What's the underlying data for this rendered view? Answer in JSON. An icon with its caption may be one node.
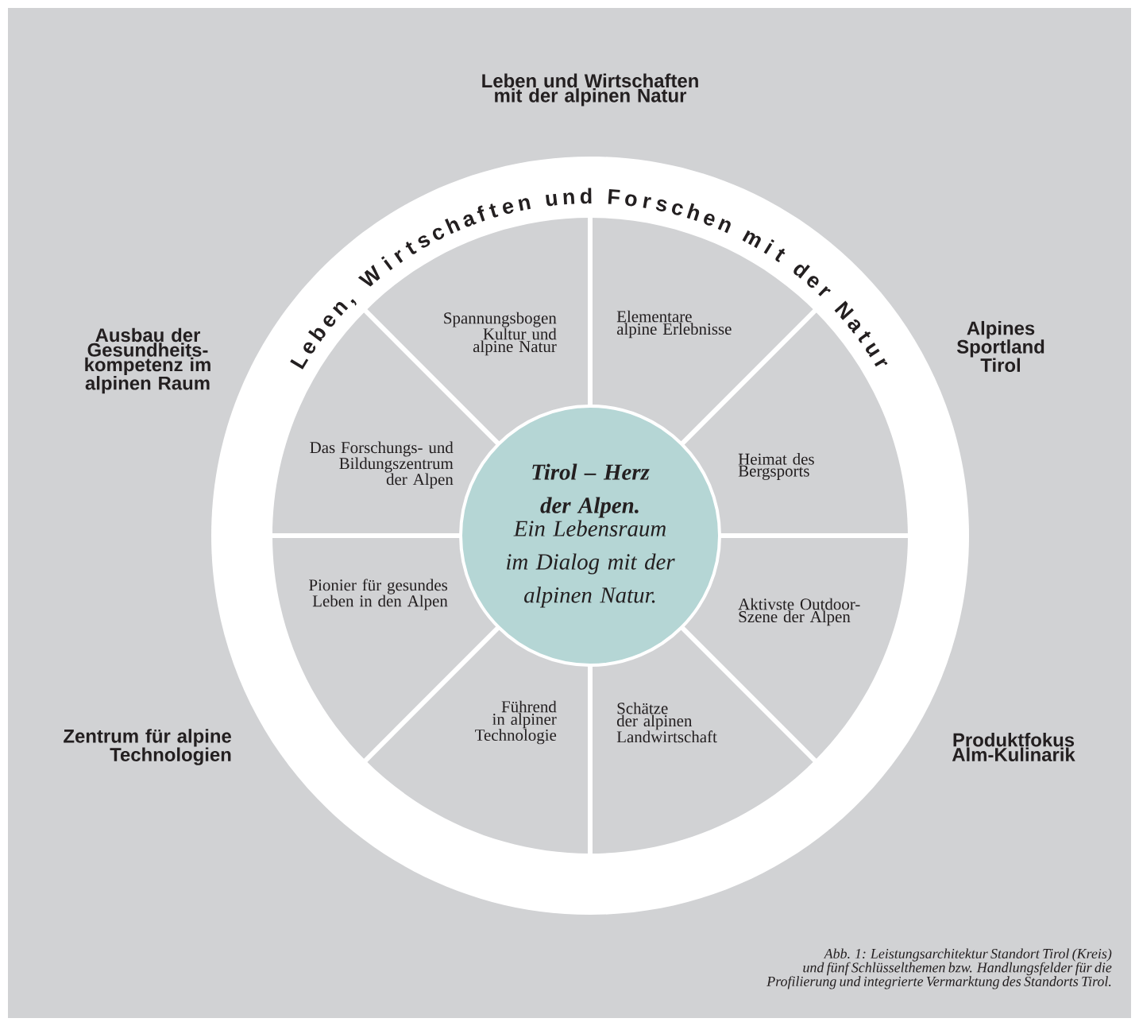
{
  "diagram": {
    "nodes": [
      {
        "text": [
          "Leben, Wirtschaften und Forschen mit der Natur"
        ]
      },
      {
        "text": [
          "Tirol – Herz der Alpen.",
          "Ein Lebensraum im Dialog mit der alpinen Natur."
        ],
        "in": 0
      },
      {
        "text": [
          "Spannungsbogen Kultur und alpine Natur"
        ],
        "in": 0
      },
      {
        "text": [
          "Elementare alpine Erlebnisse"
        ],
        "in": 0
      },
      {
        "text": [
          "Das Forschungs- und Bildungszentrum der Alpen"
        ],
        "in": 0
      },
      {
        "text": [
          "Heimat des Bergsports"
        ],
        "in": 0
      },
      {
        "text": [
          "Pionier für gesundes Leben in den Alpen"
        ],
        "in": 0
      },
      {
        "text": [
          "Aktivste Outdoor-Szene der Alpen"
        ],
        "in": 0
      },
      {
        "text": [
          "Führend in alpiner Technologie"
        ],
        "in": 0
      },
      {
        "text": [
          "Schätze der alpinen Landwirtschaft"
        ],
        "in": 0
      }
    ],
    "labels": [
      "Leben und Wirtschaften mit der alpinen Natur",
      "Ausbau der Gesundheits-kompetenz im alpinen Raum",
      "Alpines Sportland Tirol",
      "Zentrum für alpine Technologien",
      "Produktfokus Alm-Kulinarik"
    ],
    "caption": "Abb. 1: Leistungsarchitektur Standort Tirol (Kreis) und fünf Schlüsselthemen bzw. Handlungsfelder für die Profilierung und integrierte Vermarktung des Standorts Tirol."
  }
}
